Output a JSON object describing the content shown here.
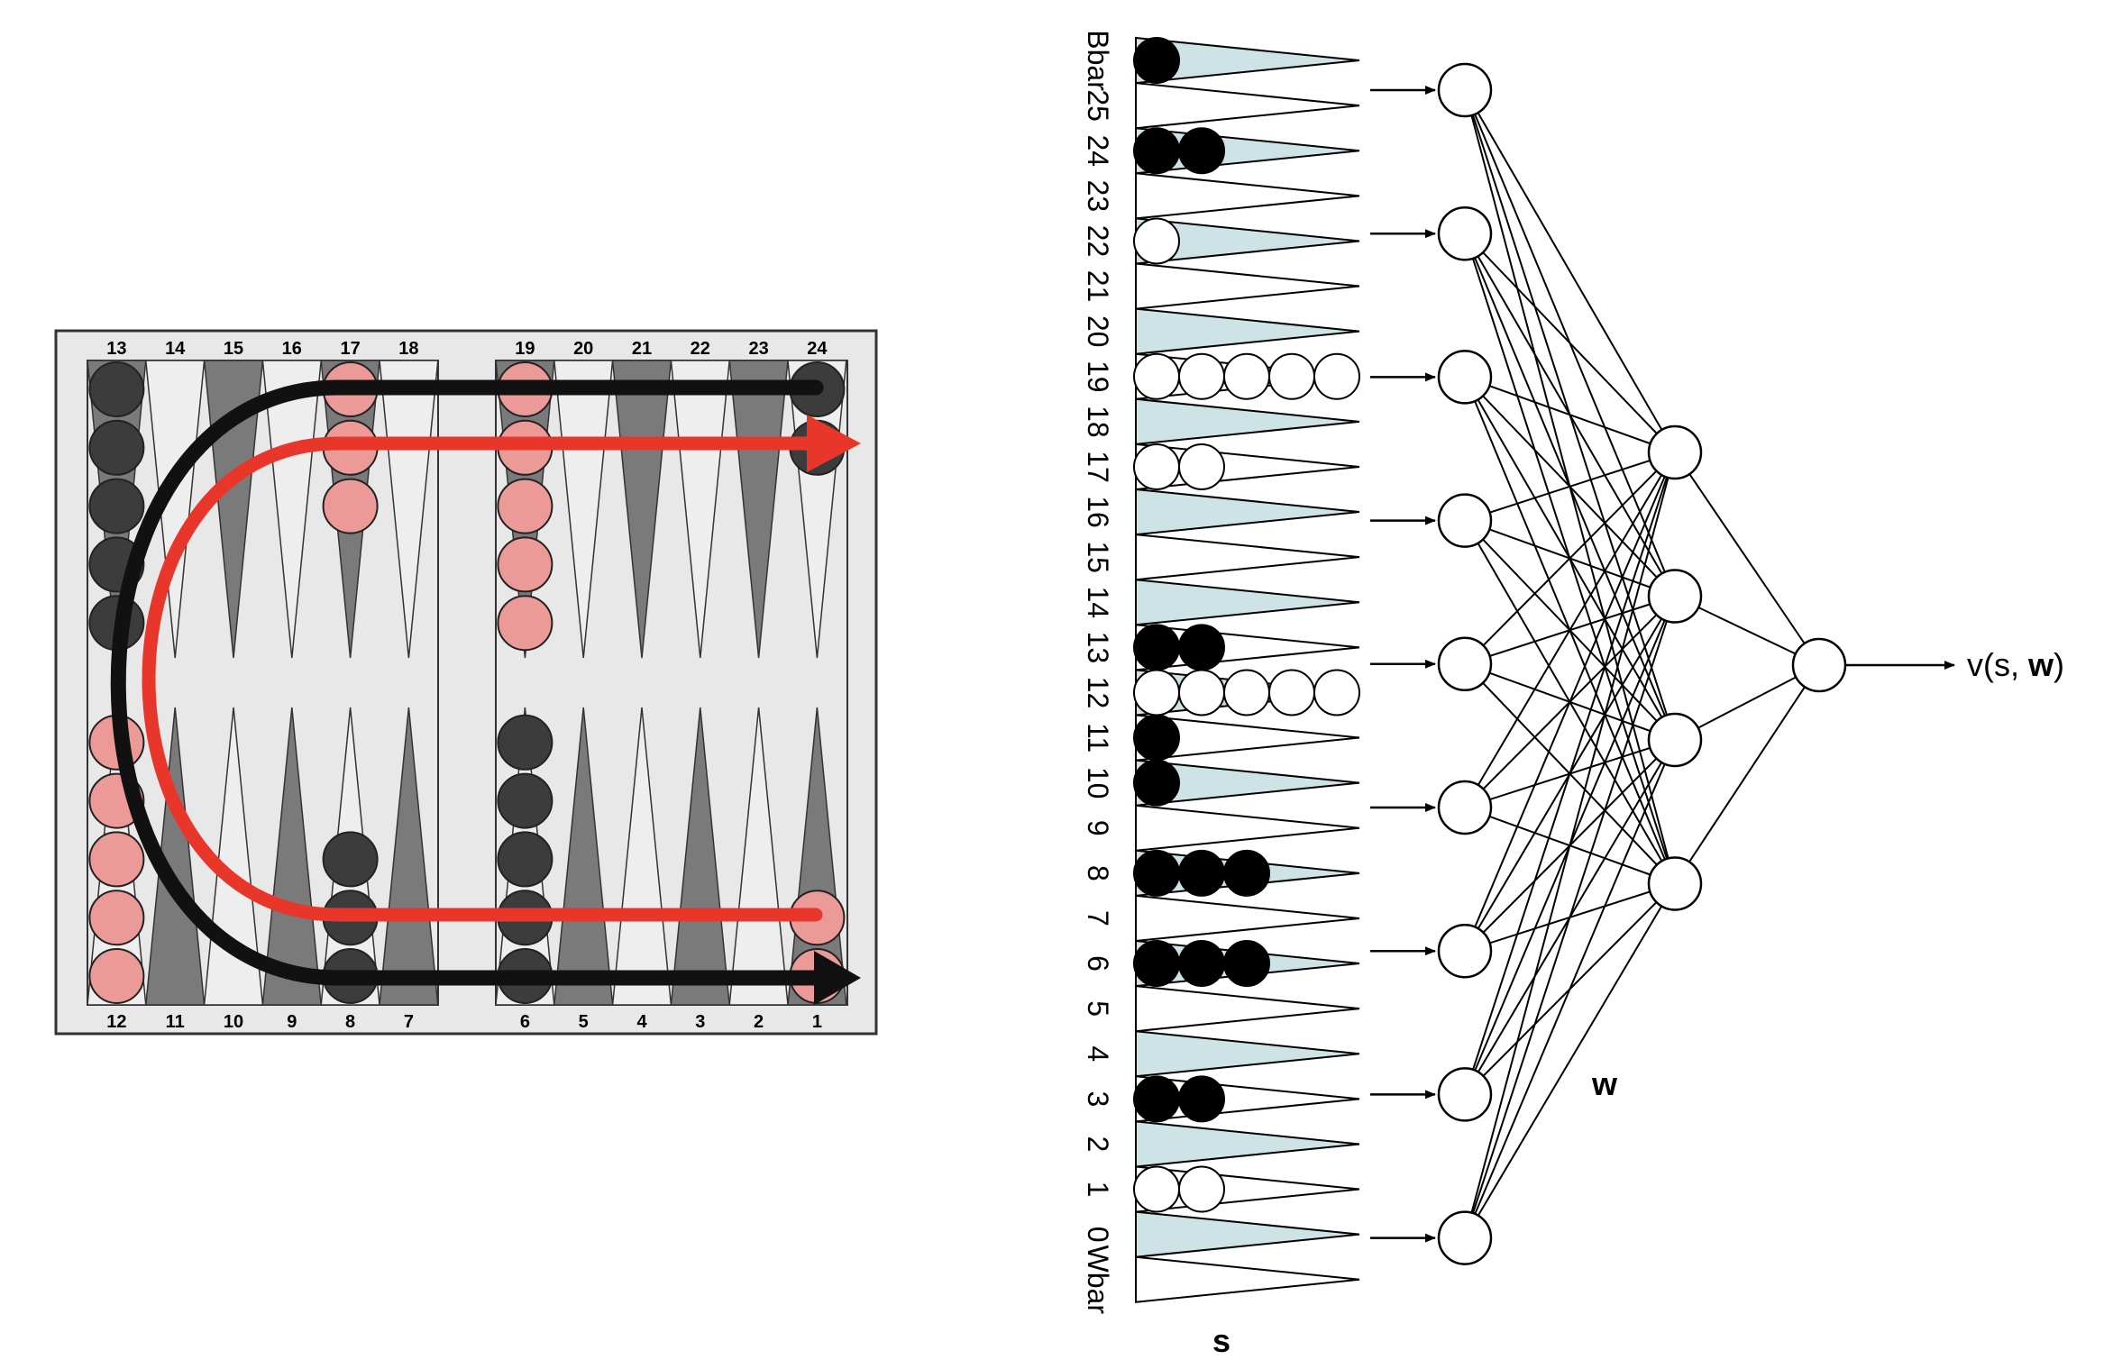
{
  "board": {
    "top_labels": [
      "13",
      "14",
      "15",
      "16",
      "17",
      "18",
      "19",
      "20",
      "21",
      "22",
      "23",
      "24"
    ],
    "bottom_labels": [
      "12",
      "11",
      "10",
      "9",
      "8",
      "7",
      "6",
      "5",
      "4",
      "3",
      "2",
      "1"
    ],
    "colors": {
      "board_bg": "#e8e8e8",
      "dark_point": "#7a7a7a",
      "light_point": "#eeeeee",
      "black_checker": "#3c3c3c",
      "pink_checker": "#eb9a98",
      "red_arrow": "#e8372a",
      "black_arrow": "#111111"
    },
    "checkers": [
      {
        "point": 13,
        "color": "black",
        "count": 5
      },
      {
        "point": 17,
        "color": "pink",
        "count": 3
      },
      {
        "point": 19,
        "color": "pink",
        "count": 5
      },
      {
        "point": 24,
        "color": "black",
        "count": 2
      },
      {
        "point": 12,
        "color": "pink",
        "count": 5
      },
      {
        "point": 8,
        "color": "black",
        "count": 3
      },
      {
        "point": 6,
        "color": "black",
        "count": 5
      },
      {
        "point": 1,
        "color": "pink",
        "count": 2
      }
    ]
  },
  "strip": {
    "row_labels": [
      "Bbar",
      "25",
      "24",
      "23",
      "22",
      "21",
      "20",
      "19",
      "18",
      "17",
      "16",
      "15",
      "14",
      "13",
      "12",
      "11",
      "10",
      "9",
      "8",
      "7",
      "6",
      "5",
      "4",
      "3",
      "2",
      "1",
      "0",
      "Wbar"
    ],
    "pieces": [
      {
        "row": 0,
        "color": "black",
        "count": 1
      },
      {
        "row": 2,
        "color": "black",
        "count": 2
      },
      {
        "row": 4,
        "color": "white",
        "count": 1
      },
      {
        "row": 7,
        "color": "white",
        "count": 5
      },
      {
        "row": 9,
        "color": "white",
        "count": 2
      },
      {
        "row": 13,
        "color": "black",
        "count": 2
      },
      {
        "row": 14,
        "color": "white",
        "count": 5
      },
      {
        "row": 15,
        "color": "black",
        "count": 1
      },
      {
        "row": 16,
        "color": "black",
        "count": 1
      },
      {
        "row": 18,
        "color": "black",
        "count": 3
      },
      {
        "row": 20,
        "color": "black",
        "count": 3
      },
      {
        "row": 23,
        "color": "black",
        "count": 2
      },
      {
        "row": 25,
        "color": "white",
        "count": 2
      }
    ],
    "shaded_rows": [
      0,
      2,
      4,
      6,
      8,
      10,
      12,
      14,
      16,
      18,
      20,
      22,
      24,
      26
    ],
    "colors": {
      "shade": "#cde3e6"
    },
    "label": "s"
  },
  "network": {
    "input_nodes": 9,
    "hidden_nodes": 4,
    "output_nodes": 1,
    "weights_label": "w",
    "output_label_prefix": "v(s, ",
    "output_label_bold": "w",
    "output_label_suffix": ")"
  }
}
